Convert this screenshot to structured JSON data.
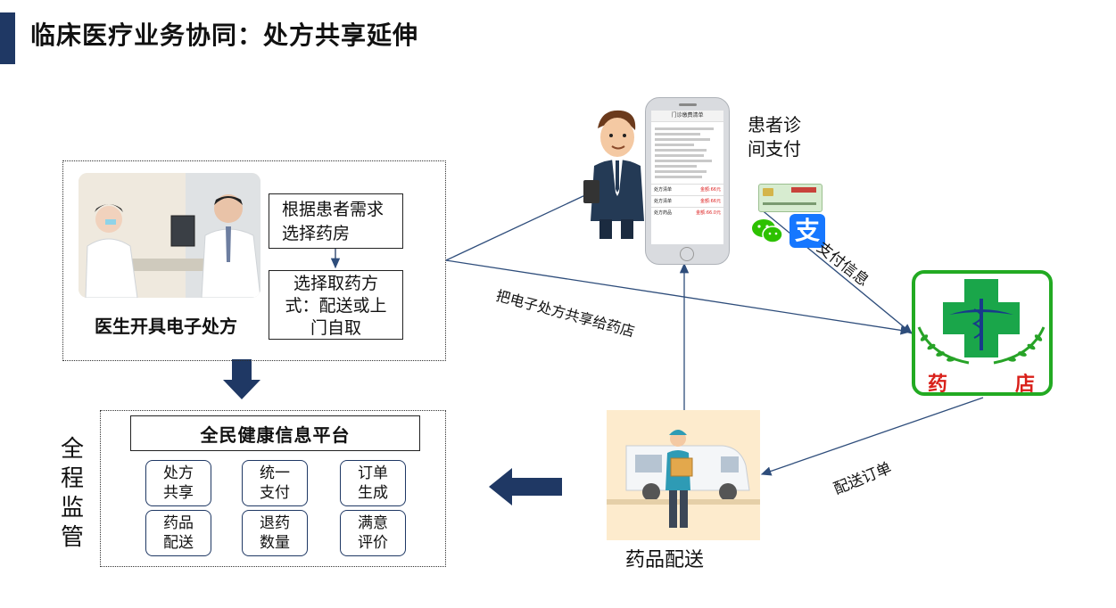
{
  "title": "临床医疗业务协同：处方共享延伸",
  "doctor": {
    "caption": "医生开具电子处方",
    "step1": "根据患者需求选择药房",
    "step2": "选择取药方式：配送或上门自取"
  },
  "platform": {
    "name": "全民健康信息平台",
    "items": [
      "处方共享",
      "统一支付",
      "订单生成",
      "药品配送",
      "退药数量",
      "满意评价"
    ]
  },
  "supervision": "全程监管",
  "patient_pay": "患者诊间支付",
  "labels": {
    "pay_info": "支付信息",
    "share": "把电子处方共享给药店",
    "order": "配送订单",
    "delivery": "药品配送"
  },
  "pharmacy": {
    "left": "药",
    "right": "店"
  },
  "alipay_glyph": "支",
  "phone": {
    "header": "门诊缴费清单",
    "rows": [
      "处方清单",
      "处方清单",
      "处方药品"
    ],
    "row_values": [
      "金额:66元",
      "金额:66元",
      "金额:66.0元"
    ]
  },
  "colors": {
    "navy": "#1f3864",
    "green": "#22aa22",
    "red": "#d9201a",
    "line": "#2e4d7b"
  }
}
